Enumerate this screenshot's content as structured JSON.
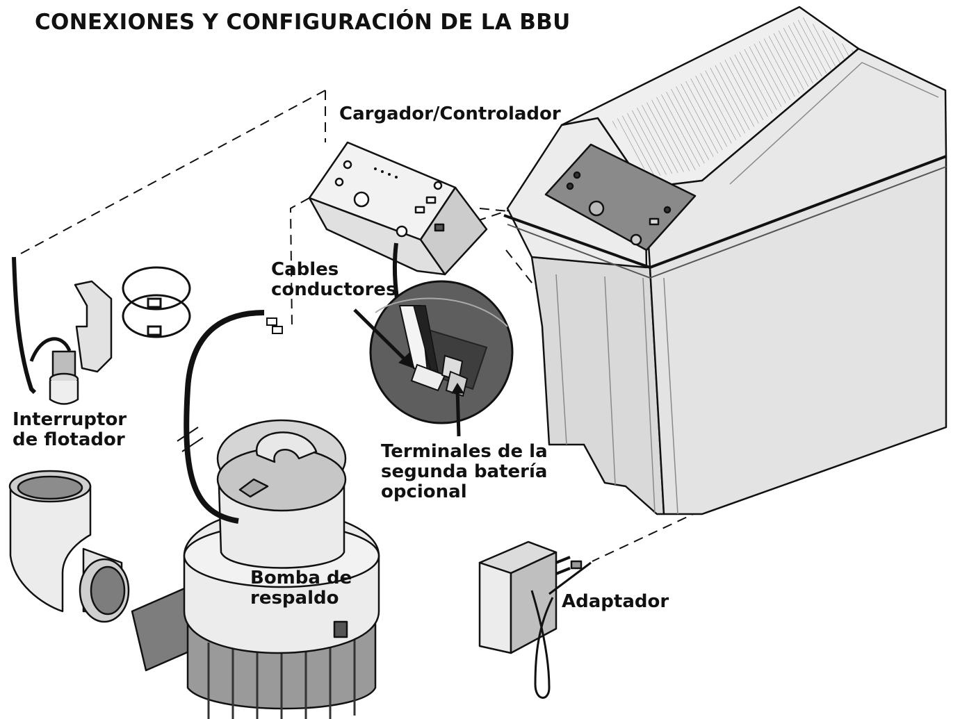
{
  "title": "CONEXIONES Y CONFIGURACIÓN DE LA BBU",
  "labels": {
    "charger_controller": "Cargador/Controlador",
    "lead_wires_1": "Cables",
    "lead_wires_2": "conductores",
    "float_switch_1": "Interruptor",
    "float_switch_2": "de flotador",
    "second_battery_1": "Terminales de la",
    "second_battery_2": "segunda batería",
    "second_battery_3": "opcional",
    "backup_pump_1": "Bomba de",
    "backup_pump_2": "respaldo",
    "adapter": "Adaptador"
  },
  "colors": {
    "line": "#111111",
    "box_fill": "#e4e4e4",
    "box_shade": "#cfcfcf",
    "panel": "#7a7a7a",
    "pump_top": "#e9e9e9",
    "pump_body": "#9a9a9a",
    "detail_circle": "#5e5e5e"
  },
  "icons": [
    "battery-box-icon",
    "charger-controller-icon",
    "float-switch-icon",
    "mounting-clamp-icon",
    "pvc-elbow-icon",
    "backup-pump-icon",
    "power-adapter-icon",
    "terminal-detail-icon"
  ]
}
